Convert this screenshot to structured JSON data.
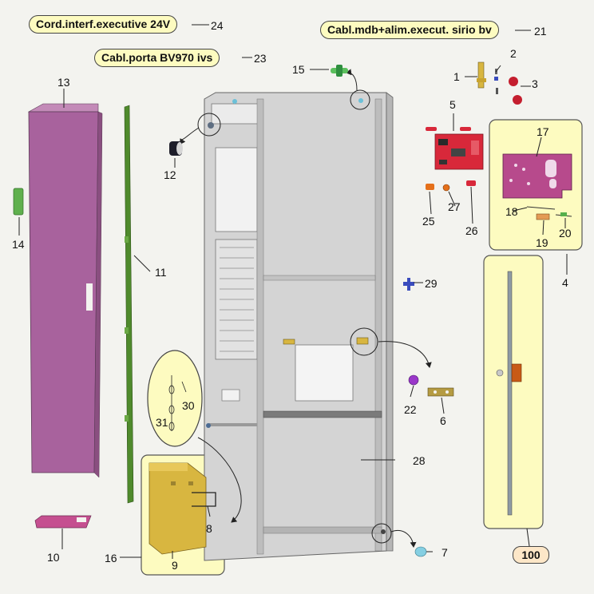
{
  "cable_labels": {
    "cord_interf": "Cord.interf.executive 24V",
    "cabl_porta": "Cabl.porta BV970 ivs",
    "cabl_mdb": "Cabl.mdb+alim.execut. sirio bv"
  },
  "callouts": {
    "n1": "1",
    "n2": "2",
    "n3": "3",
    "n4": "4",
    "n5": "5",
    "n6": "6",
    "n7": "7",
    "n8": "8",
    "n9": "9",
    "n10": "10",
    "n11": "11",
    "n12": "12",
    "n13": "13",
    "n14": "14",
    "n15": "15",
    "n16": "16",
    "n17": "17",
    "n18": "18",
    "n19": "19",
    "n20": "20",
    "n21": "21",
    "n22": "22",
    "n23": "23",
    "n24": "24",
    "n25": "25",
    "n26": "26",
    "n27": "27",
    "n28": "28",
    "n29": "29",
    "n30": "30",
    "n31": "31",
    "n100": "100"
  },
  "colors": {
    "background": "#f3f3ef",
    "panel_fill": "#fdfbc0",
    "cabinet_frame": "#d4d4d4",
    "side_panel": "#a8629d",
    "rail": "#4f8a2c",
    "lock_box": "#d8b640",
    "pcb": "#d8283a",
    "badge_fill": "#fde7c8"
  }
}
